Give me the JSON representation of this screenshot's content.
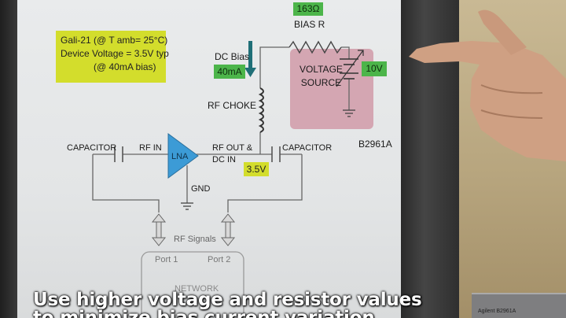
{
  "diagram": {
    "info_box": {
      "line1": "Gali-21 (@ T amb= 25°C)",
      "line2": "Device Voltage = 3.5V typ",
      "line3": "(@ 40mA bias)"
    },
    "bias_r_value": "163Ω",
    "bias_r_label": "BIAS R",
    "dc_bias_label": "DC Bias",
    "dc_bias_value": "40mA",
    "voltage_source_line1": "VOLTAGE",
    "voltage_source_line2": "SOURCE",
    "source_value": "10V",
    "rf_choke_label": "RF CHOKE",
    "capacitor_left_label": "CAPACITOR",
    "capacitor_right_label": "CAPACITOR",
    "rf_in_label": "RF IN",
    "lna_label": "LNA",
    "rf_out_line1": "RF OUT &",
    "rf_out_line2": "DC IN",
    "dc_in_value": "3.5V",
    "gnd_label": "GND",
    "instrument_label": "B2961A",
    "rf_signals_label": "RF Signals",
    "port1_label": "Port 1",
    "port2_label": "Port 2",
    "network_label": "NETWORK"
  },
  "caption": {
    "line1": "Use higher voltage and resistor values",
    "line2": "to minimize bias current variation"
  },
  "device_label": "Agilent B2961A",
  "colors": {
    "green": "#4cb54a",
    "lime": "#d3dd2c",
    "lna_blue": "#3c9bd6",
    "source_pink": "#d4a6b2",
    "arrow_teal": "#1f6f77"
  }
}
